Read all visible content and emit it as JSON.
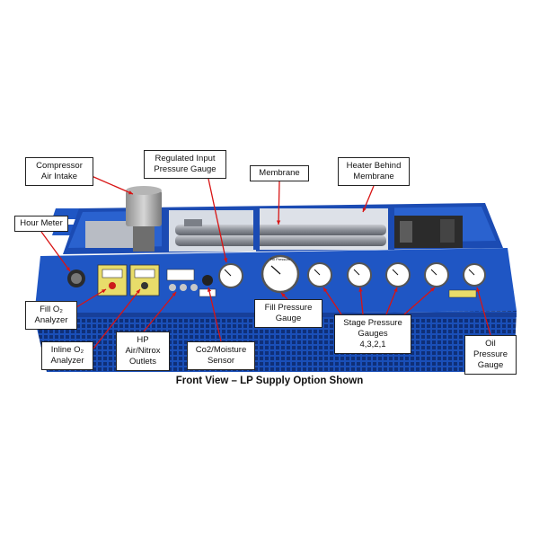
{
  "labels": {
    "compressor_air_intake": "Compressor\nAir Intake",
    "regulated_input_gauge": "Regulated Input\nPressure Gauge",
    "membrane": "Membrane",
    "heater": "Heater Behind\nMembrane",
    "hour_meter": "Hour Meter",
    "fill_o2_analyzer": "Fill O₂\nAnalyzer",
    "inline_o2_analyzer": "Inline O₂\nAnalyzer",
    "hp_outlets": "HP\nAir/Nitrox\nOutlets",
    "co2_sensor": "Co2/Moisture\nSensor",
    "fill_pressure_gauge": "Fill Pressure\nGauge",
    "stage_pressure_gauges": "Stage Pressure\nGauges\n4,3,2,1",
    "oil_pressure_gauge": "Oil\nPressure\nGauge"
  },
  "caption": "Front View – LP Supply  Option  Shown",
  "panel_text": {
    "fill_gauge_label": "Fill Pressure"
  },
  "colors": {
    "frame_blue": "#1f56c4",
    "frame_dark": "#173f99",
    "leader_red": "#d81414",
    "panel_yellow": "#e8dc6a"
  }
}
